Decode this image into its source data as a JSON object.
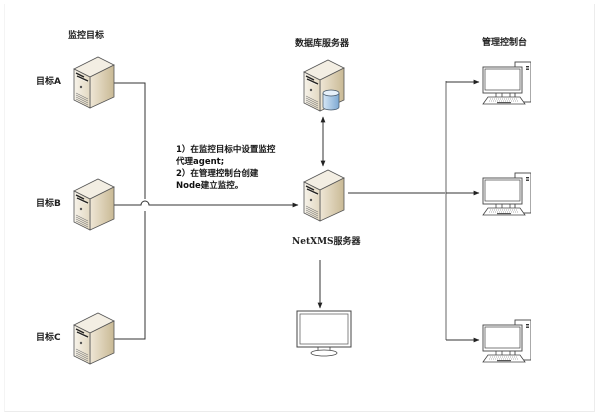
{
  "diagram": {
    "title": "NetXMS 监控架构",
    "groups": {
      "monitored_targets": "监控目标",
      "database_server": "数据库服务器",
      "management_console": "管理控制台"
    },
    "nodes": {
      "target_a": {
        "label": "目标A",
        "icon": "server-tower-icon"
      },
      "target_b": {
        "label": "目标B",
        "icon": "server-tower-icon"
      },
      "target_c": {
        "label": "目标C",
        "icon": "server-tower-icon"
      },
      "db_server": {
        "label": "数据库服务器",
        "icon": "database-server-icon"
      },
      "netxms_server": {
        "label": "NetXMS服务器",
        "icon": "server-tower-icon"
      },
      "server_monitor": {
        "label": "",
        "icon": "monitor-icon"
      },
      "console_1": {
        "label": "",
        "icon": "desktop-computer-icon"
      },
      "console_2": {
        "label": "",
        "icon": "desktop-computer-icon"
      },
      "console_3": {
        "label": "",
        "icon": "desktop-computer-icon"
      }
    },
    "annotation": [
      "1）在监控目标中设置监控",
      "代理agent;",
      "2）在管理控制台创建",
      "Node建立监控。"
    ],
    "edges": [
      {
        "from": "target_a",
        "to": "netxms_server",
        "arrow": "end"
      },
      {
        "from": "target_b",
        "to": "netxms_server",
        "arrow": "end"
      },
      {
        "from": "target_c",
        "to": "netxms_server",
        "arrow": "end"
      },
      {
        "from": "db_server",
        "to": "netxms_server",
        "arrow": "both"
      },
      {
        "from": "netxms_server",
        "to": "server_monitor",
        "arrow": "end"
      },
      {
        "from": "netxms_server",
        "to": "console_1",
        "arrow": "end"
      },
      {
        "from": "netxms_server",
        "to": "console_2",
        "arrow": "end"
      },
      {
        "from": "netxms_server",
        "to": "console_3",
        "arrow": "end"
      }
    ],
    "colors": {
      "line": "#333333",
      "line_gray": "#aaaaaa",
      "server_body": "#e9e0cc",
      "db_cylinder": "#a9c8e6"
    }
  }
}
